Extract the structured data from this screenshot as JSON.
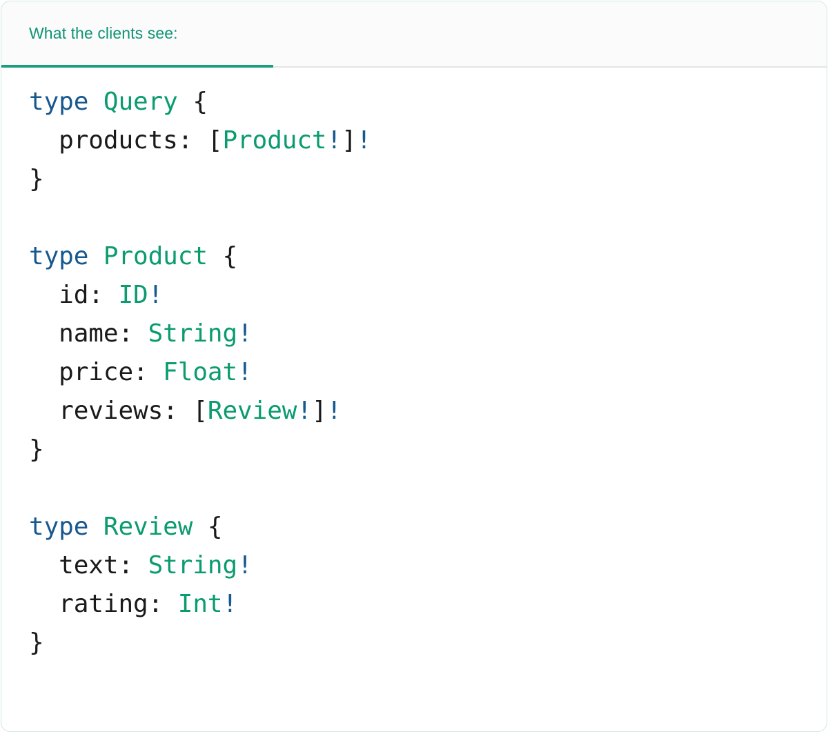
{
  "card": {
    "border_color": "#cfe7dc",
    "background": "#ffffff"
  },
  "header": {
    "tab_label": "What the clients see:",
    "accent_color": "#1a9e7e",
    "text_color": "#0e9374",
    "background": "#fbfbfb",
    "divider_color": "#e4e4e4"
  },
  "code": {
    "language": "graphql",
    "colors": {
      "keyword": "#17588f",
      "type_name": "#0a9b6f",
      "field": "#1a1a1a",
      "non_null": "#17588f",
      "punctuation": "#1a1a1a"
    },
    "text": "type Query {\n  products: [Product!]!\n}\n\ntype Product {\n  id: ID!\n  name: String!\n  price: Float!\n  reviews: [Review!]!\n}\n\ntype Review {\n  text: String!\n  rating: Int!\n}",
    "lines": [
      {
        "tokens": [
          {
            "t": "type",
            "c": "kw"
          },
          {
            "t": " ",
            "c": "punc"
          },
          {
            "t": "Query",
            "c": "tname"
          },
          {
            "t": " {",
            "c": "punc"
          }
        ]
      },
      {
        "tokens": [
          {
            "t": "  products:",
            "c": "fld"
          },
          {
            "t": " [",
            "c": "punc"
          },
          {
            "t": "Product",
            "c": "tname"
          },
          {
            "t": "!",
            "c": "bang"
          },
          {
            "t": "]",
            "c": "punc"
          },
          {
            "t": "!",
            "c": "bang"
          }
        ]
      },
      {
        "tokens": [
          {
            "t": "}",
            "c": "punc"
          }
        ]
      },
      {
        "tokens": []
      },
      {
        "tokens": [
          {
            "t": "type",
            "c": "kw"
          },
          {
            "t": " ",
            "c": "punc"
          },
          {
            "t": "Product",
            "c": "tname"
          },
          {
            "t": " {",
            "c": "punc"
          }
        ]
      },
      {
        "tokens": [
          {
            "t": "  id:",
            "c": "fld"
          },
          {
            "t": " ",
            "c": "punc"
          },
          {
            "t": "ID",
            "c": "tname"
          },
          {
            "t": "!",
            "c": "bang"
          }
        ]
      },
      {
        "tokens": [
          {
            "t": "  name:",
            "c": "fld"
          },
          {
            "t": " ",
            "c": "punc"
          },
          {
            "t": "String",
            "c": "tname"
          },
          {
            "t": "!",
            "c": "bang"
          }
        ]
      },
      {
        "tokens": [
          {
            "t": "  price:",
            "c": "fld"
          },
          {
            "t": " ",
            "c": "punc"
          },
          {
            "t": "Float",
            "c": "tname"
          },
          {
            "t": "!",
            "c": "bang"
          }
        ]
      },
      {
        "tokens": [
          {
            "t": "  reviews:",
            "c": "fld"
          },
          {
            "t": " [",
            "c": "punc"
          },
          {
            "t": "Review",
            "c": "tname"
          },
          {
            "t": "!",
            "c": "bang"
          },
          {
            "t": "]",
            "c": "punc"
          },
          {
            "t": "!",
            "c": "bang"
          }
        ]
      },
      {
        "tokens": [
          {
            "t": "}",
            "c": "punc"
          }
        ]
      },
      {
        "tokens": []
      },
      {
        "tokens": [
          {
            "t": "type",
            "c": "kw"
          },
          {
            "t": " ",
            "c": "punc"
          },
          {
            "t": "Review",
            "c": "tname"
          },
          {
            "t": " {",
            "c": "punc"
          }
        ]
      },
      {
        "tokens": [
          {
            "t": "  text:",
            "c": "fld"
          },
          {
            "t": " ",
            "c": "punc"
          },
          {
            "t": "String",
            "c": "tname"
          },
          {
            "t": "!",
            "c": "bang"
          }
        ]
      },
      {
        "tokens": [
          {
            "t": "  rating:",
            "c": "fld"
          },
          {
            "t": " ",
            "c": "punc"
          },
          {
            "t": "Int",
            "c": "tname"
          },
          {
            "t": "!",
            "c": "bang"
          }
        ]
      },
      {
        "tokens": [
          {
            "t": "}",
            "c": "punc"
          }
        ]
      }
    ]
  }
}
